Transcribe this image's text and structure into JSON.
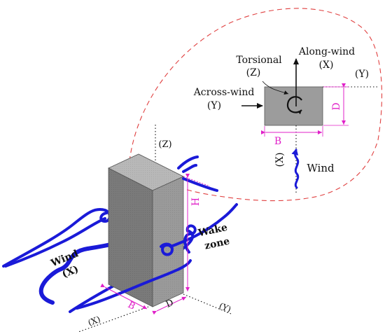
{
  "labels": {
    "torsional": "Torsional",
    "torsional_axis": "(Z)",
    "along_wind": "Along-wind",
    "along_wind_axis": "(X)",
    "across_wind": "Across-wind",
    "across_wind_axis": "(Y)",
    "inset_y_axis": "(Y)",
    "inset_x_axis": "(X)",
    "inset_wind": "Wind",
    "inset_b": "B",
    "inset_d": "D",
    "z_axis": "(Z)",
    "height": "H",
    "wind": "Wind",
    "wind_axis": "(X)",
    "wake_line1": "Wake",
    "wake_line2": "zone",
    "base_b": "B",
    "base_d": "D",
    "base_x_axis": "(X)",
    "base_y_axis": "(Y)"
  },
  "colors": {
    "wind_blue": "#1a1ad8",
    "dimension_magenta": "#e020c8",
    "dashed_red": "#e04040",
    "building_front": "#7a7a7a",
    "building_side": "#9a9a9a",
    "building_top": "#b8b8b8",
    "section_fill": "#9c9c9c"
  }
}
